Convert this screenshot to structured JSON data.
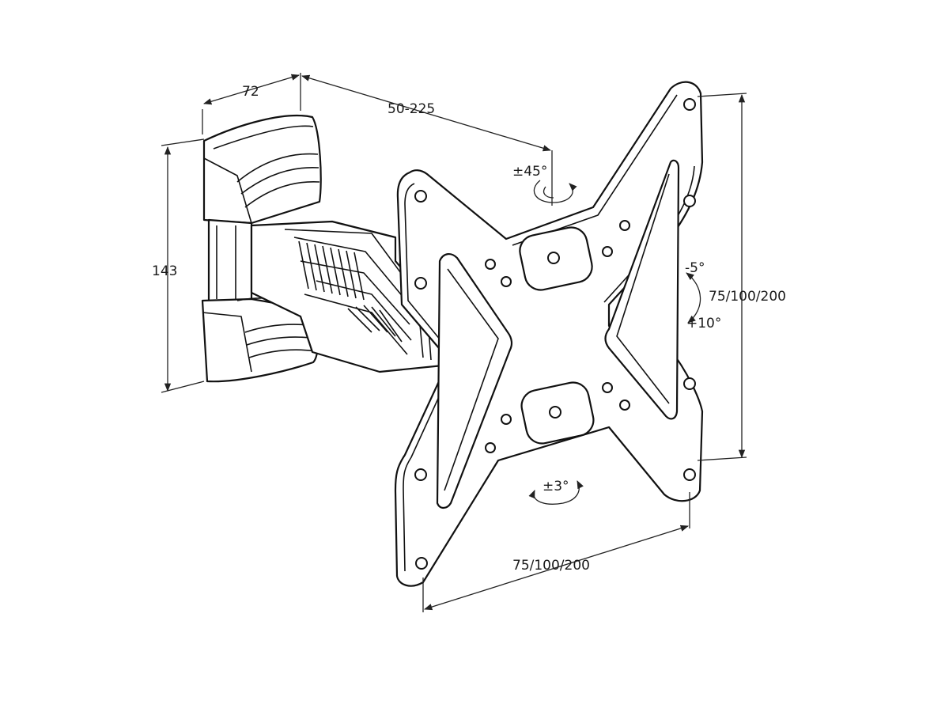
{
  "dimensions": {
    "depth_label": "72",
    "extension_label": "50-225",
    "height_label": "143",
    "vesa_vertical_label": "75/100/200",
    "vesa_horizontal_label": "75/100/200"
  },
  "angles": {
    "swivel_label": "±45°",
    "tilt_up_label": "-5°",
    "tilt_down_label": "+10°",
    "rotation_label": "±3°"
  }
}
